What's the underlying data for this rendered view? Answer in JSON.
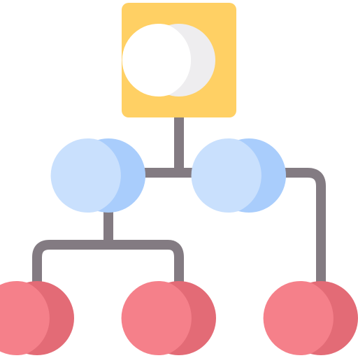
{
  "icon": {
    "name": "hierarchy-structure-icon",
    "colors": {
      "connector": "#837b82",
      "root_square": "#ffd064",
      "root_circle": "#ffffff",
      "root_circle_shade": "#eeedef",
      "mid_node": "#c9e0fd",
      "mid_node_shade": "#a9cdfc",
      "leaf_node": "#f5808a",
      "leaf_node_shade": "#e36b76"
    },
    "levels": [
      {
        "level": "root",
        "count": 1
      },
      {
        "level": "middle",
        "count": 2
      },
      {
        "level": "leaves",
        "count": 3
      }
    ]
  }
}
